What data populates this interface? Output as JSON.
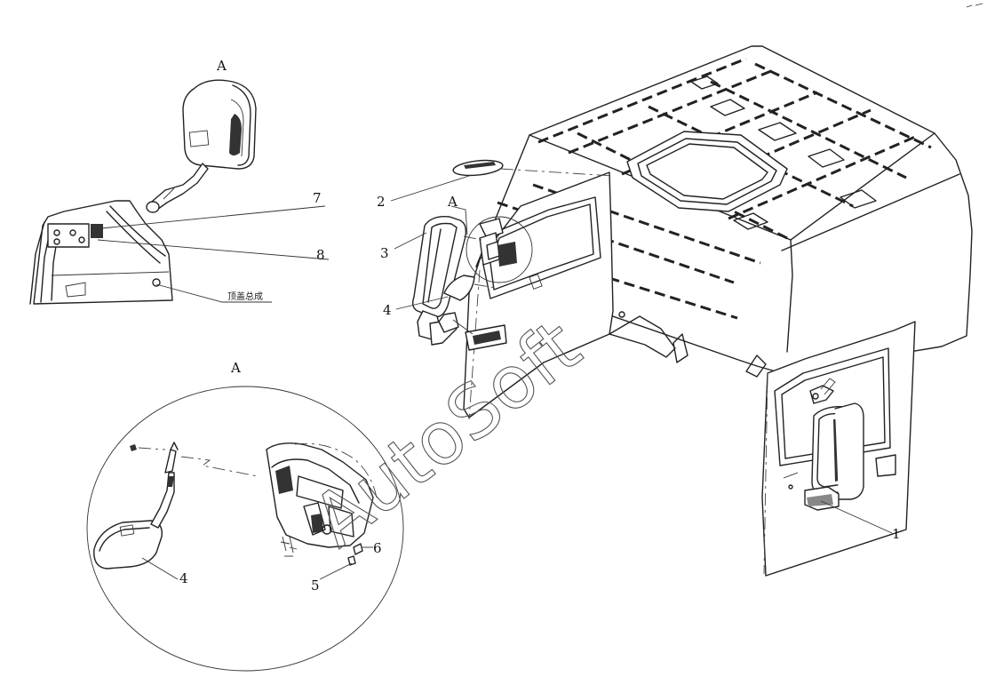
{
  "diagram": {
    "view_labels": {
      "top_detail": "A",
      "callout_on_cab": "A",
      "circle_detail": "A"
    },
    "part_numbers": {
      "p1": "1",
      "p2": "2",
      "p3": "3",
      "p4_main": "4",
      "p4_detail": "4",
      "p5": "5",
      "p6": "6",
      "p7": "7",
      "p8": "8"
    },
    "detail_note": "顶盖总成",
    "watermark": "AutoSoft"
  }
}
